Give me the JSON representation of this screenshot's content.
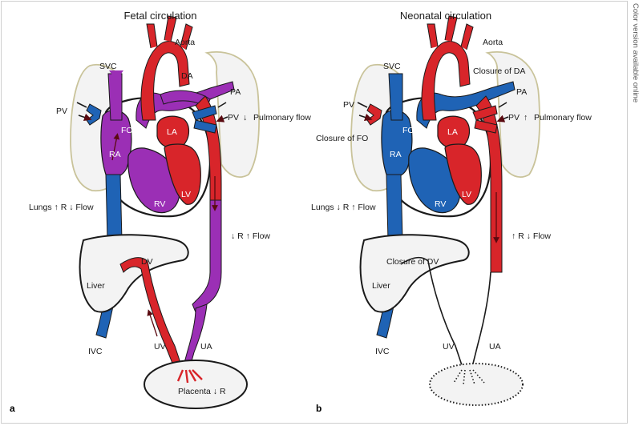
{
  "side_note": "Color version available online",
  "colors": {
    "artery_red": "#d8252a",
    "vein_blue": "#1f63b5",
    "mixed_purple": "#9b2fb5",
    "lung_fill": "#f3f3f3",
    "lung_outline": "#c9c39a",
    "outline": "#1a1a1a"
  },
  "panel_a": {
    "title": "Fetal circulation",
    "panel_letter": "a",
    "labels": {
      "aorta": "Aorta",
      "svc": "SVC",
      "da": "DA",
      "pa": "PA",
      "pv_left": "PV",
      "pv_right": "PV",
      "pulm_flow_arrow": "↓",
      "pulm_flow_text": "Pulmonary flow",
      "fo": "FO",
      "la": "LA",
      "ra": "RA",
      "lv": "LV",
      "rv": "RV",
      "lungs": "Lungs ↑ R ↓ Flow",
      "flow_right": "↓ R ↑ Flow",
      "dv": "DV",
      "liver": "Liver",
      "ivc": "IVC",
      "uv": "UV",
      "ua": "UA",
      "placenta": "Placenta ↓ R"
    }
  },
  "panel_b": {
    "title": "Neonatal circulation",
    "panel_letter": "b",
    "labels": {
      "aorta": "Aorta",
      "svc": "SVC",
      "closure_da": "Closure of DA",
      "pa": "PA",
      "pv_left": "PV",
      "pv_right": "PV",
      "pulm_flow_arrow": "↑",
      "pulm_flow_text": "Pulmonary flow",
      "closure_fo": "Closure of FO",
      "fo": "FO",
      "la": "LA",
      "ra": "RA",
      "lv": "LV",
      "rv": "RV",
      "lungs": "Lungs ↓ R ↑ Flow",
      "flow_right": "↑ R ↓ Flow",
      "closure_dv": "Closure of DV",
      "liver": "Liver",
      "ivc": "IVC",
      "uv": "UV",
      "ua": "UA"
    }
  }
}
